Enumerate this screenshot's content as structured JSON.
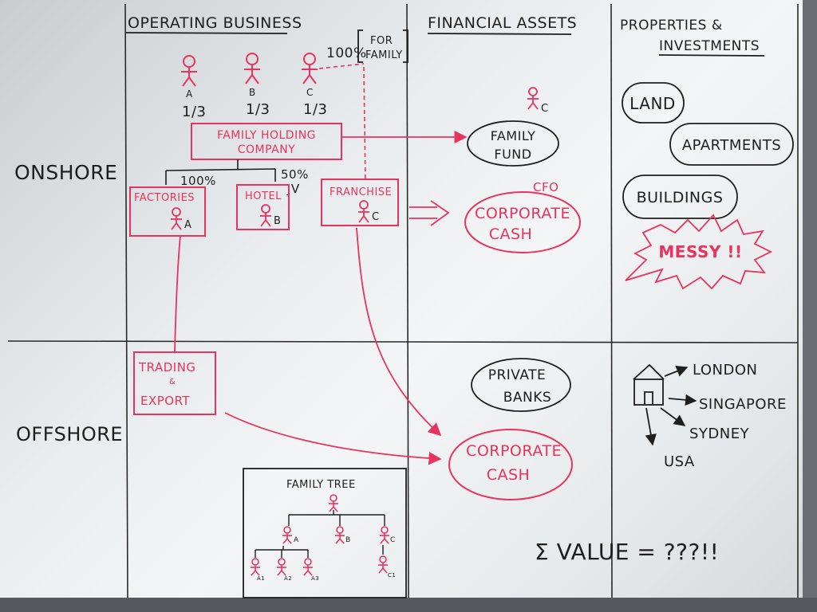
{
  "columns": {
    "operating": "OPERATING BUSINESS",
    "financial": "FINANCIAL ASSETS",
    "properties_line1": "PROPERTIES &",
    "properties_line2": "INVESTMENTS"
  },
  "rows": {
    "onshore": "ONSHORE",
    "offshore": "OFFSHORE"
  },
  "owners": [
    {
      "letter": "A",
      "share": "1/3"
    },
    {
      "letter": "B",
      "share": "1/3"
    },
    {
      "letter": "C",
      "share": "1/3"
    }
  ],
  "for_family": {
    "percent": "100%",
    "line1": "FOR",
    "line2": "FAMILY"
  },
  "holding": {
    "line1": "FAMILY HOLDING",
    "line2": "COMPANY"
  },
  "subsidiaries": {
    "pct_100": "100%",
    "pct_50": "50%",
    "jv": "JV",
    "factories": {
      "label": "FACTORIES",
      "person": "A"
    },
    "hotel": {
      "label": "HOTEL",
      "person": "B"
    },
    "franchise": {
      "label": "FRANCHISE",
      "person": "C"
    }
  },
  "trading": {
    "line1": "TRADING",
    "line2": "&",
    "line3": "EXPORT"
  },
  "financial": {
    "fund_person": "C",
    "family_fund": {
      "line1": "FAMILY",
      "line2": "FUND"
    },
    "cfo": "CFO",
    "corp_cash_onshore": {
      "line1": "CORPORATE",
      "line2": "CASH"
    },
    "private_banks": {
      "line1": "PRIVATE",
      "line2": "BANKS"
    },
    "corp_cash_offshore": {
      "line1": "CORPORATE",
      "line2": "CASH"
    }
  },
  "properties": {
    "land": "LAND",
    "apartments": "APARTMENTS",
    "buildings": "BUILDINGS",
    "messy": "MESSY !!"
  },
  "offshore_props": {
    "london": "LONDON",
    "singapore": "SINGAPORE",
    "sydney": "SYDNEY",
    "usa": "USA"
  },
  "family_tree": {
    "title": "FAMILY TREE",
    "members": [
      "A",
      "B",
      "C",
      "A1",
      "A2",
      "A3",
      "C1"
    ]
  },
  "value_formula": "Σ VALUE = ???!!",
  "colors": {
    "black_marker": "#1e1e1e",
    "red_marker": "#e8335f",
    "board": "#eef0f1"
  }
}
